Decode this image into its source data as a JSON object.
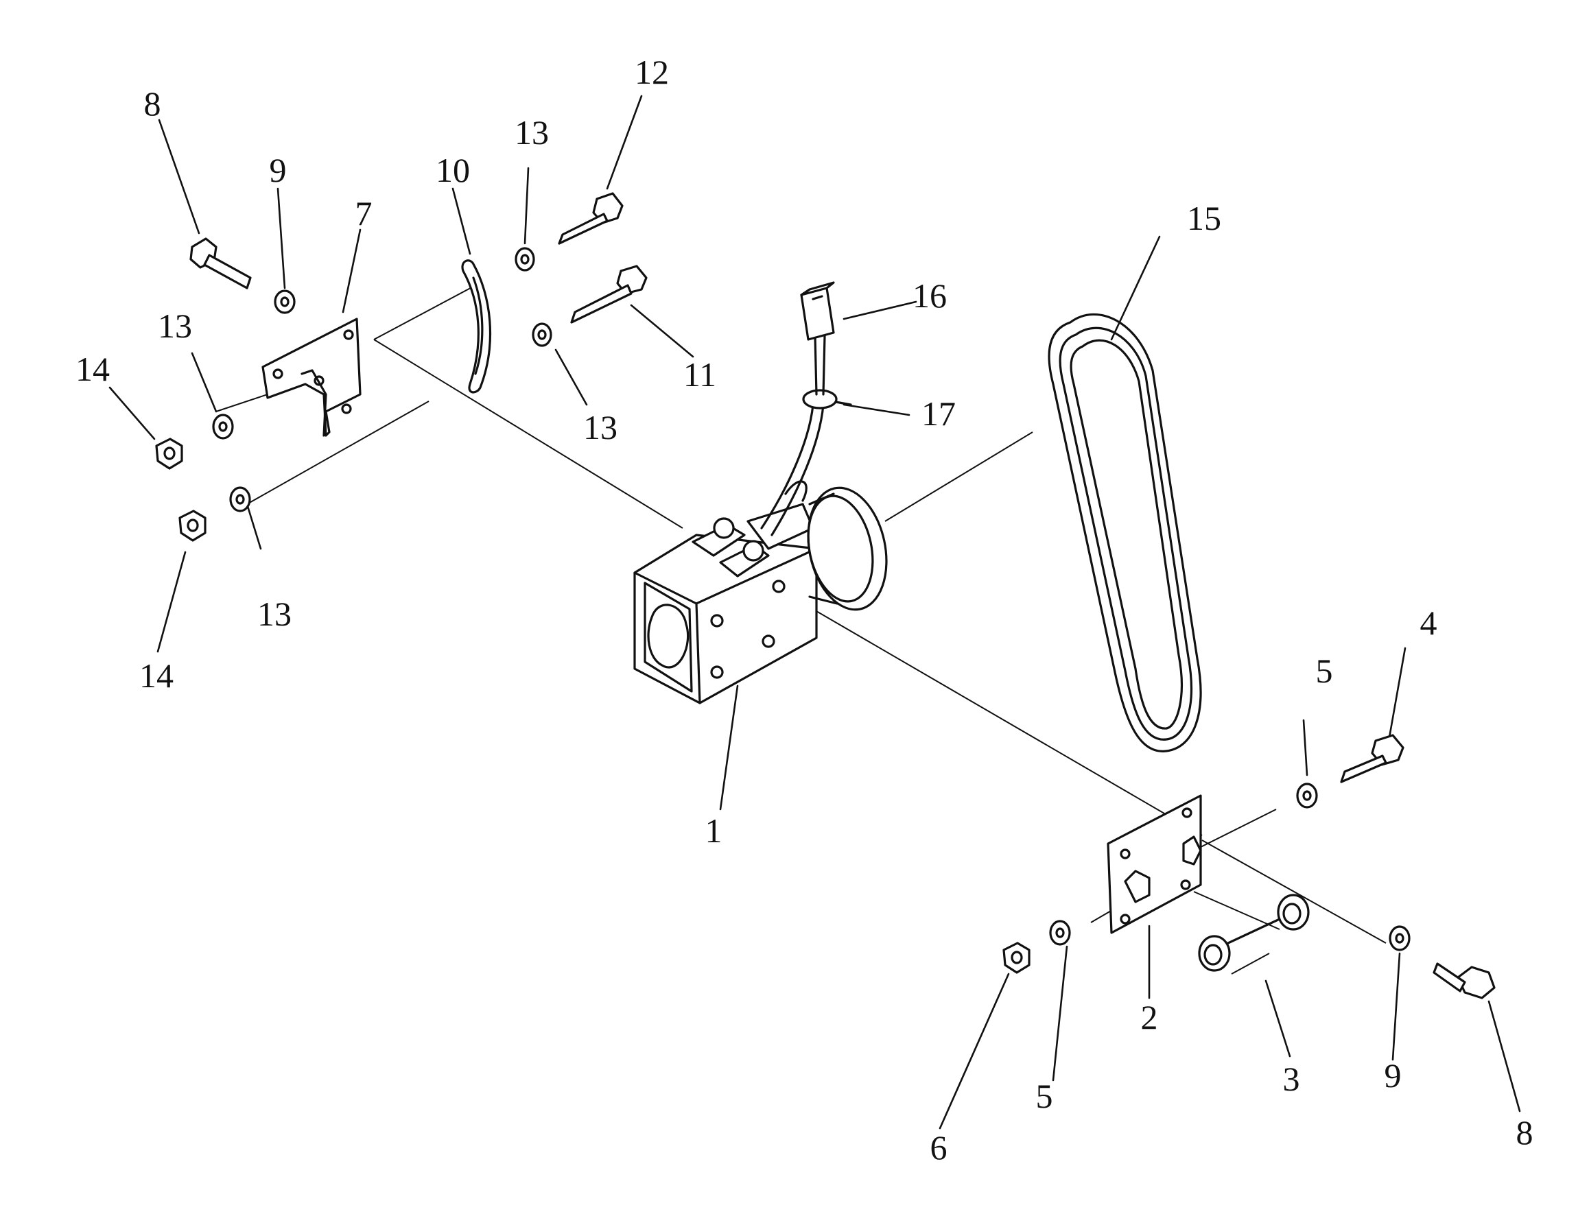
{
  "diagram": {
    "callouts": [
      {
        "id": "c1",
        "text": "1"
      },
      {
        "id": "c2",
        "text": "2"
      },
      {
        "id": "c3",
        "text": "3"
      },
      {
        "id": "c4",
        "text": "4"
      },
      {
        "id": "c5a",
        "text": "5"
      },
      {
        "id": "c5b",
        "text": "5"
      },
      {
        "id": "c6",
        "text": "6"
      },
      {
        "id": "c7",
        "text": "7"
      },
      {
        "id": "c8a",
        "text": "8"
      },
      {
        "id": "c8b",
        "text": "8"
      },
      {
        "id": "c9a",
        "text": "9"
      },
      {
        "id": "c9b",
        "text": "9"
      },
      {
        "id": "c10",
        "text": "10"
      },
      {
        "id": "c11",
        "text": "11"
      },
      {
        "id": "c12",
        "text": "12"
      },
      {
        "id": "c13a",
        "text": "13"
      },
      {
        "id": "c13b",
        "text": "13"
      },
      {
        "id": "c13c",
        "text": "13"
      },
      {
        "id": "c13d",
        "text": "13"
      },
      {
        "id": "c14a",
        "text": "14"
      },
      {
        "id": "c14b",
        "text": "14"
      },
      {
        "id": "c15",
        "text": "15"
      },
      {
        "id": "c16",
        "text": "16"
      },
      {
        "id": "c17",
        "text": "17"
      }
    ]
  }
}
